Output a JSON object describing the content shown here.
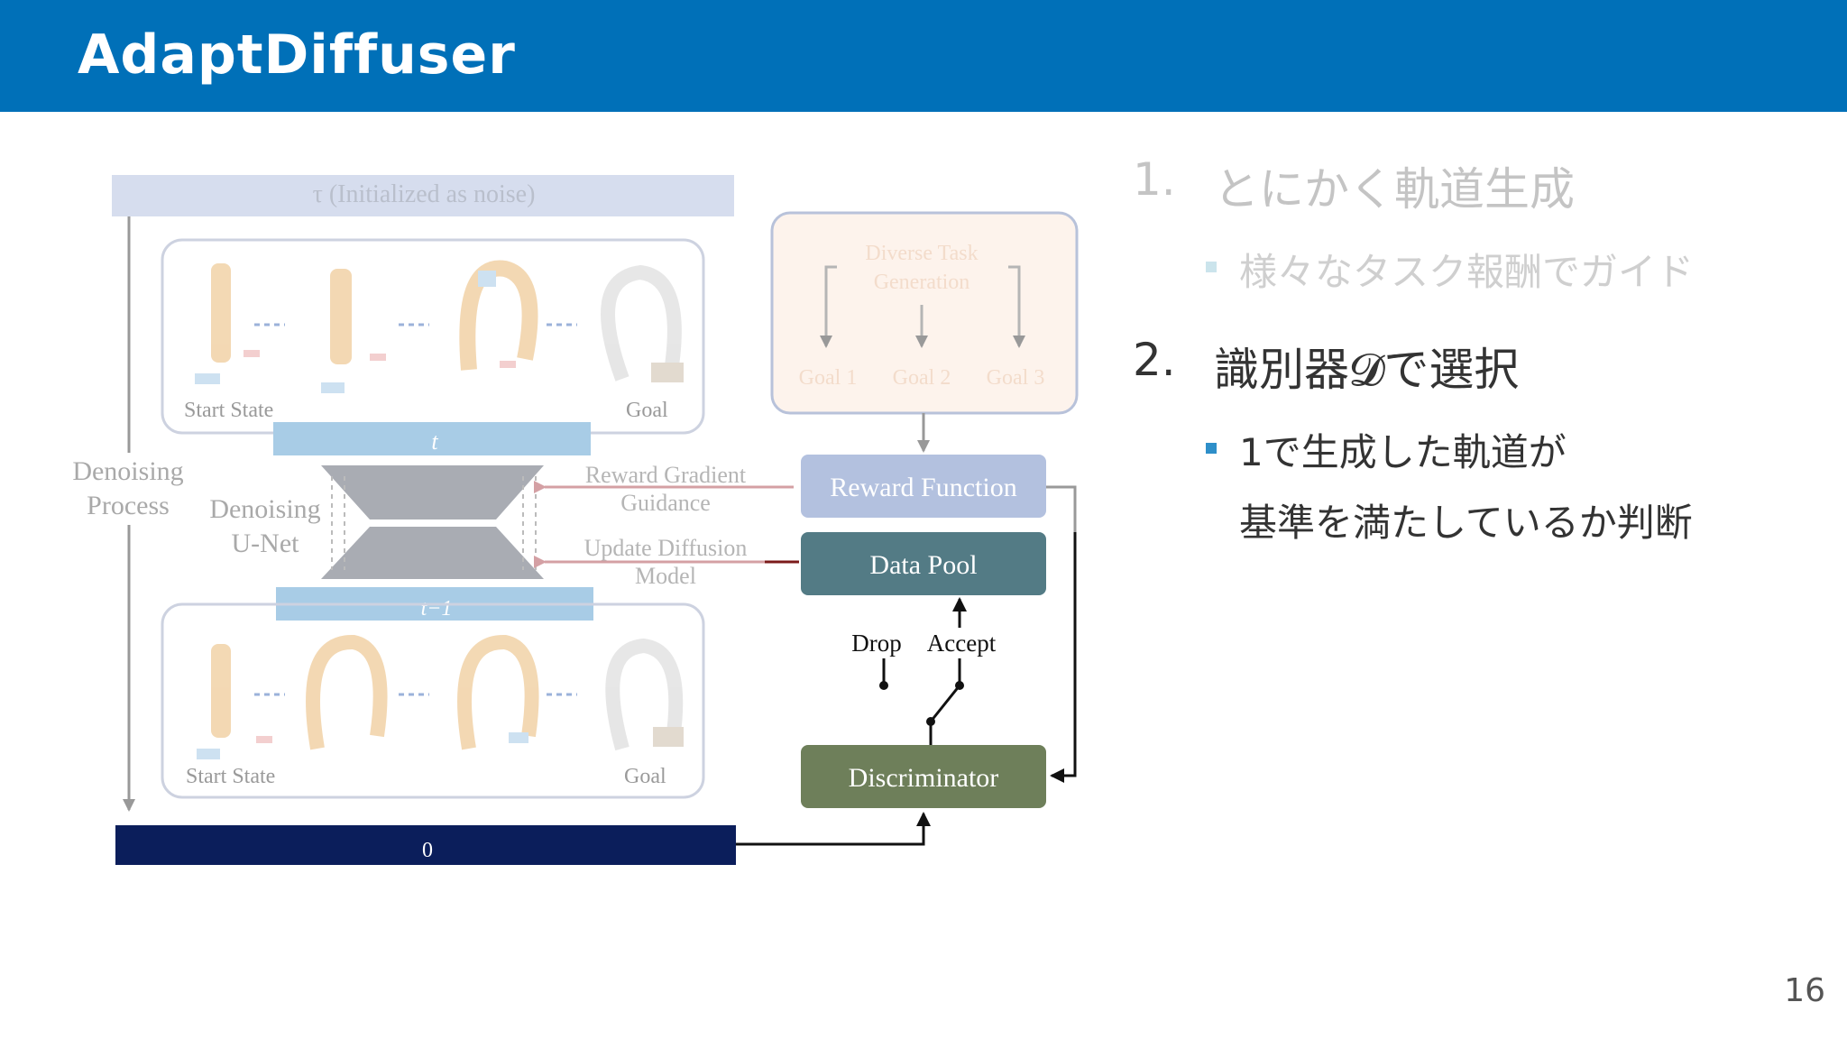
{
  "header": {
    "title": "AdaptDiffuser"
  },
  "diagram": {
    "noise_bar_label": "τ (Initialized as noise)",
    "start_state_label": "Start State",
    "goal_label": "Goal",
    "t_label": "t",
    "t_minus_1_label": "t−1",
    "denoising_process_line1": "Denoising",
    "denoising_process_line2": "Process",
    "unet_line1": "Denoising",
    "unet_line2": "U-Net",
    "reward_gradient_line1": "Reward Gradient",
    "reward_gradient_line2": "Guidance",
    "update_diffusion_line1": "Update Diffusion",
    "update_diffusion_line2": "Model",
    "diverse_task_line1": "Diverse Task",
    "diverse_task_line2": "Generation",
    "goal_1": "Goal 1",
    "goal_2": "Goal 2",
    "goal_3": "Goal 3",
    "reward_function": "Reward Function",
    "data_pool": "Data Pool",
    "drop": "Drop",
    "accept": "Accept",
    "discriminator": "Discriminator",
    "zero_bar_label": "0",
    "colors": {
      "header": "#0070B8",
      "data_pool": "#537B85",
      "discriminator": "#6E7F5A",
      "zero_bar": "#0B1E5B",
      "reward_function": "#B3C1DF"
    }
  },
  "bullets": {
    "item1": {
      "num": "1.",
      "text": "とにかく軌道生成"
    },
    "item1_sub": "様々なタスク報酬でガイド",
    "item2": {
      "num": "2.",
      "text": "識別器𝓓で選択"
    },
    "item2_sub_line1": "1で生成した軌道が",
    "item2_sub_line2": "基準を満たしているか判断"
  },
  "page_number": "16"
}
